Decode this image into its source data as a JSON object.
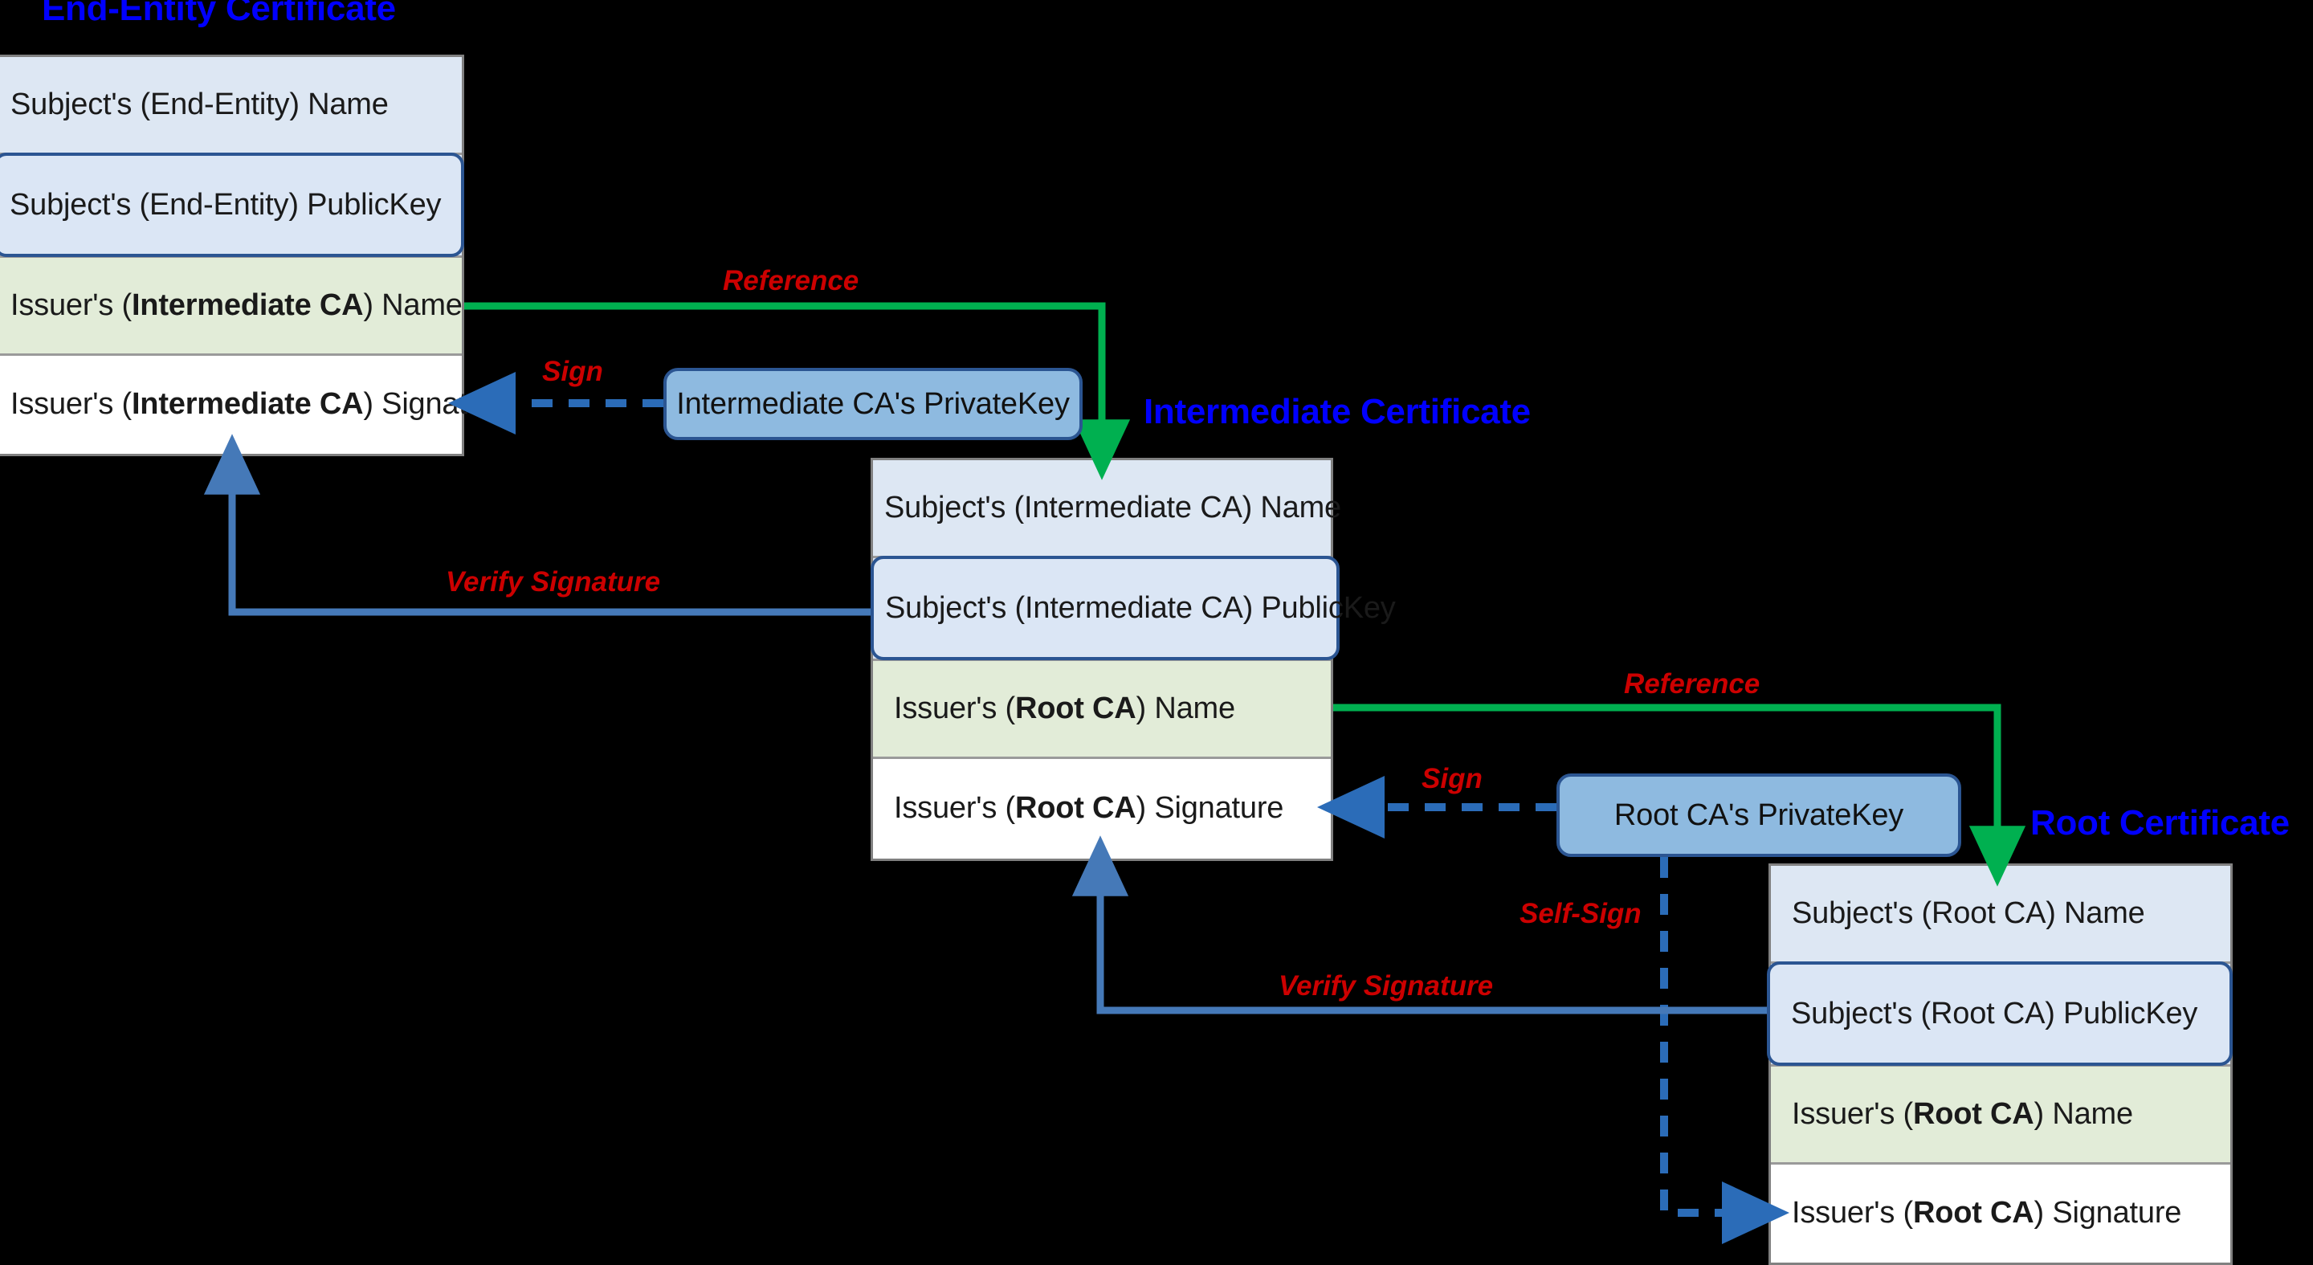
{
  "diagram": {
    "title_color": "#0000ff",
    "label_color": "#cc0000",
    "reference_arrow_color": "#00b050",
    "verify_arrow_color": "#4579b8",
    "sign_arrow_color": "#2b6cb8",
    "background": "#000000"
  },
  "certificates": [
    {
      "id": "end-entity",
      "title": "End-Entity Certificate",
      "rows": [
        {
          "kind": "subject-name",
          "text": "Subject's (End-Entity) Name"
        },
        {
          "kind": "subject-pubkey",
          "text": "Subject's (End-Entity) PublicKey"
        },
        {
          "kind": "issuer-name",
          "prefix": "Issuer's (",
          "bold": "Intermediate CA",
          "suffix": ") Name"
        },
        {
          "kind": "issuer-sig",
          "prefix": "Issuer's (",
          "bold": "Intermediate CA",
          "suffix": ") Signature"
        }
      ]
    },
    {
      "id": "intermediate",
      "title": "Intermediate Certificate",
      "rows": [
        {
          "kind": "subject-name",
          "text": "Subject's (Intermediate CA) Name"
        },
        {
          "kind": "subject-pubkey",
          "text": "Subject's (Intermediate CA) PublicKey"
        },
        {
          "kind": "issuer-name",
          "prefix": "Issuer's (",
          "bold": "Root CA",
          "suffix": ") Name"
        },
        {
          "kind": "issuer-sig",
          "prefix": "Issuer's (",
          "bold": "Root CA",
          "suffix": ") Signature"
        }
      ]
    },
    {
      "id": "root",
      "title": "Root Certificate",
      "rows": [
        {
          "kind": "subject-name",
          "text": "Subject's (Root CA) Name"
        },
        {
          "kind": "subject-pubkey",
          "text": "Subject's (Root CA) PublicKey"
        },
        {
          "kind": "issuer-name",
          "prefix": "Issuer's (",
          "bold": "Root CA",
          "suffix": ") Name"
        },
        {
          "kind": "issuer-sig",
          "prefix": "Issuer's (",
          "bold": "Root CA",
          "suffix": ") Signature"
        }
      ]
    }
  ],
  "private_keys": [
    {
      "id": "intermediate-ca-privatekey",
      "label": "Intermediate CA's PrivateKey"
    },
    {
      "id": "root-ca-privatekey",
      "label": "Root CA's PrivateKey"
    }
  ],
  "edge_labels": {
    "reference_top": "Reference",
    "sign_top": "Sign",
    "verify_top": "Verify Signature",
    "reference_bottom": "Reference",
    "sign_bottom": "Sign",
    "self_sign": "Self-Sign",
    "verify_bottom": "Verify Signature"
  }
}
